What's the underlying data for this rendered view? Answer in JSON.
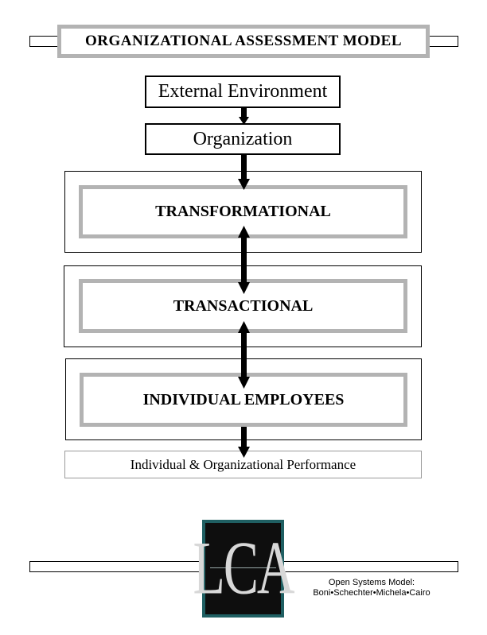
{
  "header": {
    "title": "ORGANIZATIONAL ASSESSMENT MODEL"
  },
  "diagram": {
    "external_environment": "External Environment",
    "organization": "Organization",
    "transformational": "TRANSFORMATIONAL",
    "transactional": "TRANSACTIONAL",
    "individual_employees": "INDIVIDUAL EMPLOYEES",
    "performance": "Individual & Organizational Performance"
  },
  "footer": {
    "logo_text": "LCA",
    "caption_line1": "Open Systems Model:",
    "caption_line2": "Boni•Schechter•Michela•Cairo"
  },
  "colors": {
    "frame_gray": "#b3b3b3",
    "logo_teal": "#1f5f62",
    "logo_dark": "#0e0e0e"
  }
}
